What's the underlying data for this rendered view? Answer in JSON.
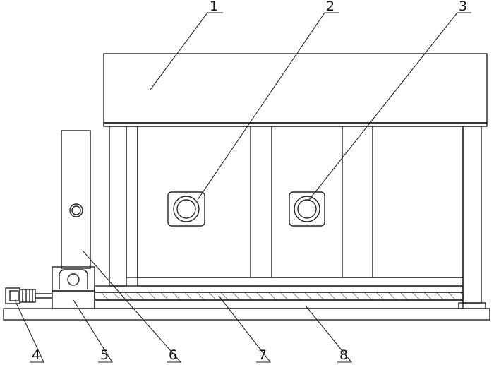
{
  "figure": {
    "callouts": [
      {
        "id": "1",
        "label": "1"
      },
      {
        "id": "2",
        "label": "2"
      },
      {
        "id": "3",
        "label": "3"
      },
      {
        "id": "4",
        "label": "4"
      },
      {
        "id": "5",
        "label": "5"
      },
      {
        "id": "6",
        "label": "6"
      },
      {
        "id": "7",
        "label": "7"
      },
      {
        "id": "8",
        "label": "8"
      }
    ],
    "colors": {
      "line": "#222222",
      "background": "#ffffff",
      "hatch": "#444444"
    }
  }
}
